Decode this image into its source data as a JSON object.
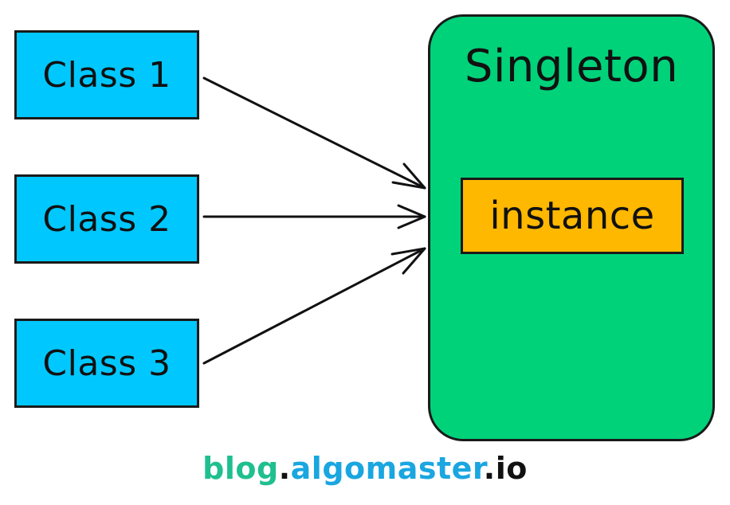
{
  "diagram": {
    "classes": [
      {
        "label": "Class 1"
      },
      {
        "label": "Class 2"
      },
      {
        "label": "Class 3"
      }
    ],
    "singleton": {
      "title": "Singleton",
      "instance_label": "instance"
    }
  },
  "watermark": {
    "part1": "blog",
    "dot1": ".",
    "part2": "algomaster",
    "dot2": ".",
    "part3": "io"
  },
  "colors": {
    "class_box": "#00c8ff",
    "singleton_box": "#00d27a",
    "instance_box": "#ffb800",
    "watermark_blog": "#1fbf8f",
    "watermark_algomaster": "#1aa6e0",
    "watermark_text": "#111111"
  }
}
